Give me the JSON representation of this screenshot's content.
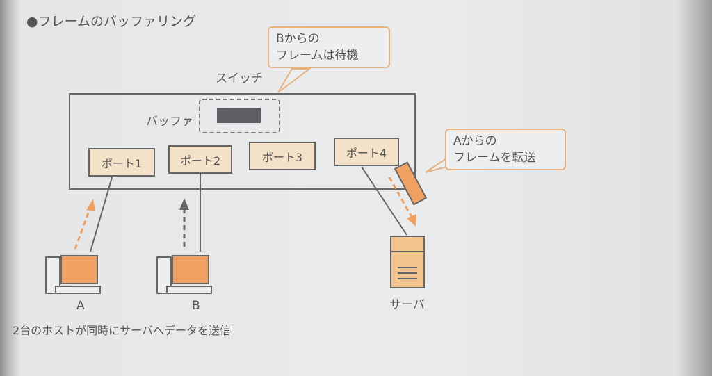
{
  "title": "●フレームのバッファリング",
  "switch_label": "スイッチ",
  "buffer_label": "バッファ",
  "callout_b": {
    "line1": "Bからの",
    "line2": "フレームは待機"
  },
  "callout_a": {
    "line1": "Aからの",
    "line2": "フレームを転送"
  },
  "ports": [
    "ポート1",
    "ポート2",
    "ポート3",
    "ポート4"
  ],
  "hosts": {
    "a": "A",
    "b": "B",
    "server": "サーバ"
  },
  "caption": "2台のホストが同時にサーバへデータを送信",
  "colors": {
    "accent": "#f0a060",
    "box": "#f3e1c8",
    "line": "#666666"
  }
}
